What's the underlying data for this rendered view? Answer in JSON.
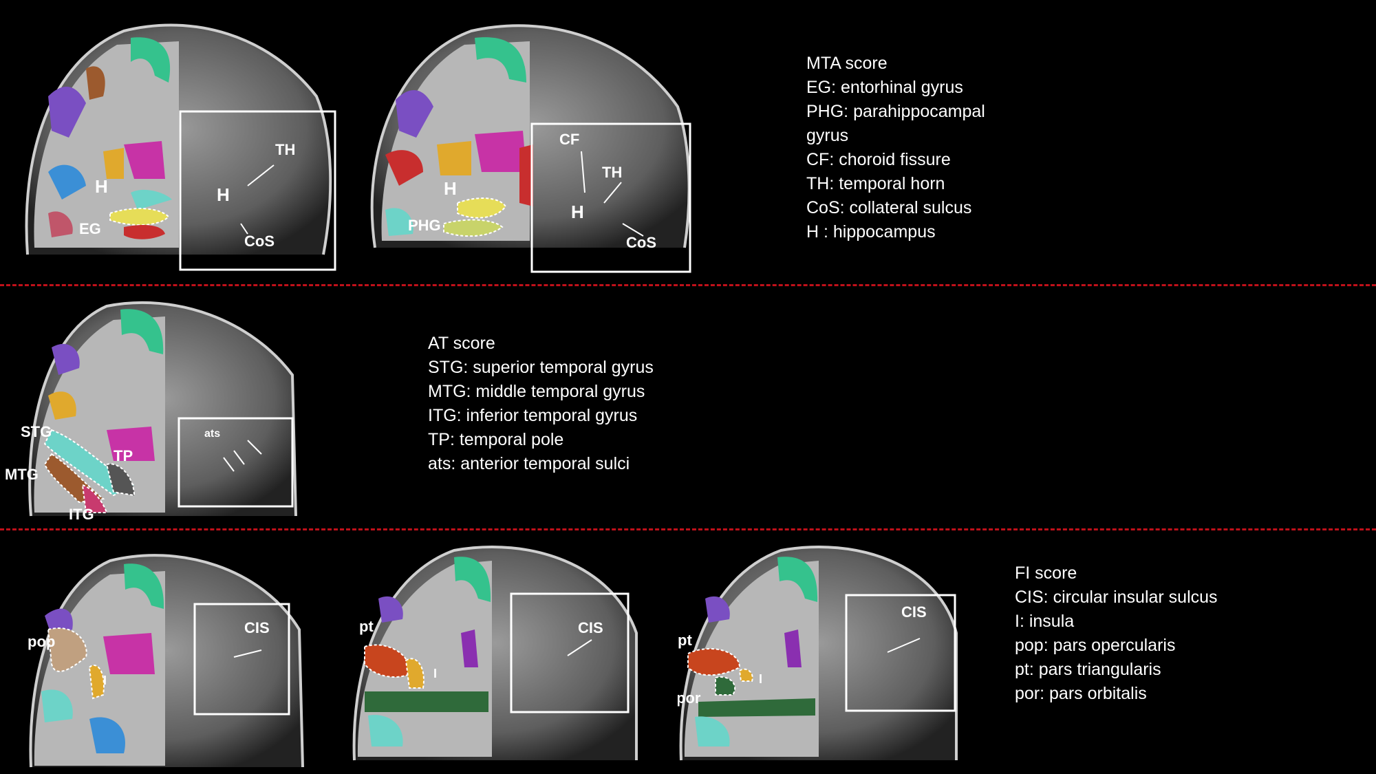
{
  "sections": {
    "mta": {
      "legend": [
        "MTA score",
        "EG: entorhinal gyrus",
        "PHG: parahippocampal",
        "gyrus",
        "CF: choroid fissure",
        "TH: temporal horn",
        "CoS: collateral sulcus",
        "H : hippocampus"
      ],
      "panel1": {
        "labels": {
          "h_left": "H",
          "eg": "EG",
          "th": "TH",
          "h_box": "H",
          "cos": "CoS"
        }
      },
      "panel2": {
        "labels": {
          "h_left": "H",
          "phg": "PHG",
          "cf": "CF",
          "th": "TH",
          "h_box": "H",
          "cos": "CoS"
        }
      }
    },
    "at": {
      "legend": [
        "AT score",
        "STG: superior temporal gyrus",
        "MTG: middle temporal gyrus",
        "ITG: inferior temporal gyrus",
        "TP: temporal pole",
        "ats: anterior temporal sulci"
      ],
      "panel1": {
        "labels": {
          "stg": "STG",
          "mtg": "MTG",
          "itg": "ITG",
          "tp": "TP",
          "ats": "ats"
        }
      }
    },
    "fi": {
      "legend": [
        "FI score",
        "CIS: circular insular sulcus",
        "I: insula",
        "pop: pars opercularis",
        "pt: pars triangularis",
        "por: pars orbitalis"
      ],
      "panel1": {
        "labels": {
          "pop": "pop",
          "i": "I",
          "cis": "CIS"
        }
      },
      "panel2": {
        "labels": {
          "pt": "pt",
          "i": "I",
          "cis": "CIS"
        }
      },
      "panel3": {
        "labels": {
          "pt": "pt",
          "por": "por",
          "i": "I",
          "cis": "CIS"
        }
      }
    }
  },
  "colors": {
    "divider": "#c0101a",
    "background": "#000000",
    "box": "#ffffff"
  }
}
